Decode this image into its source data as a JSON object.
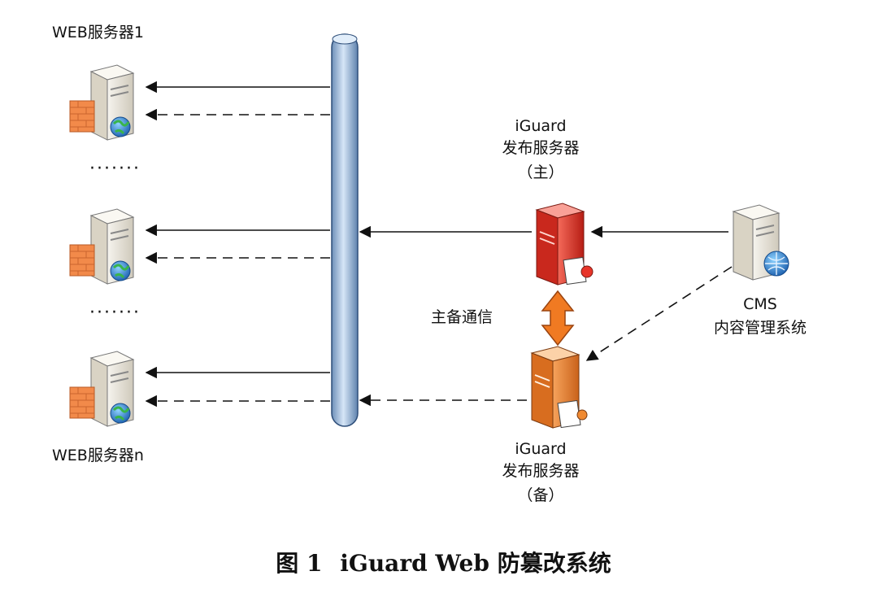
{
  "labels": {
    "web_server_1": "WEB服务器1",
    "web_server_n": "WEB服务器n",
    "ellipsis_1": "·······",
    "ellipsis_2": "·······",
    "iguard_main_line1": "iGuard",
    "iguard_main_line2": "发布服务器",
    "iguard_main_line3": "（主）",
    "iguard_backup_line1": "iGuard",
    "iguard_backup_line2": "发布服务器",
    "iguard_backup_line3": "（备）",
    "heartbeat": "主备通信",
    "cms_line1": "CMS",
    "cms_line2": "内容管理系统"
  },
  "caption": {
    "figure_no": "图 1",
    "title": "iGuard Web 防篡改系统"
  },
  "colors": {
    "bus": "#a9c6e6",
    "primary_server": "#e8352a",
    "backup_server": "#f08a32",
    "web_server": "#ece8df",
    "firewall": "#f28a4a",
    "heartbeat_arrow": "#f07a22"
  },
  "icons": [
    "server-icon",
    "firewall-icon",
    "globe-icon",
    "document-icon"
  ]
}
